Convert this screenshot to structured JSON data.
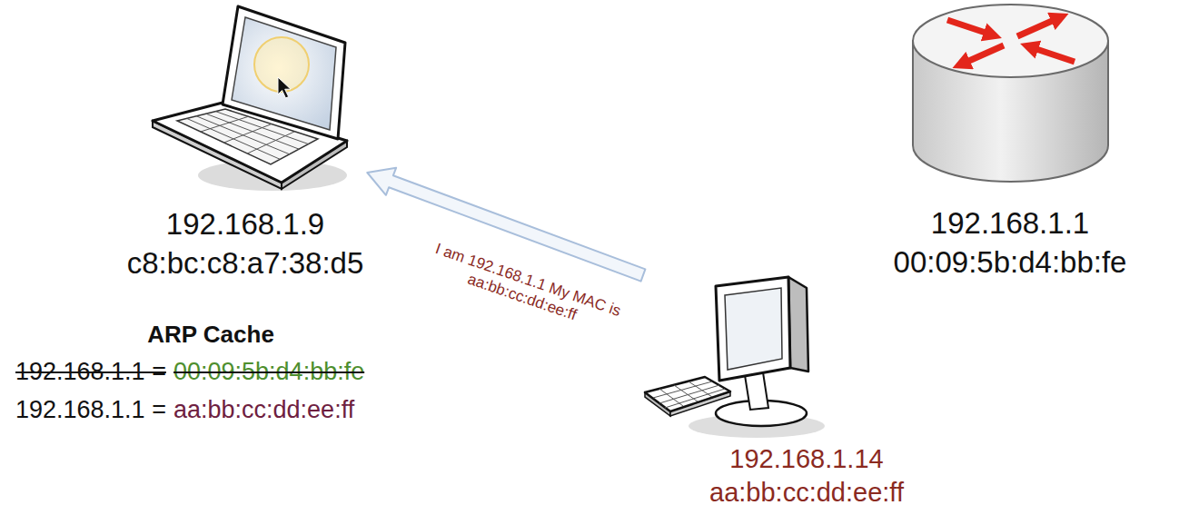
{
  "diagram": {
    "nodes": [
      {
        "text": [
          "192.168.1.9",
          "c8:bc:c8:a7:38:d5"
        ]
      },
      {
        "text": [
          "192.168.1.1",
          "00:09:5b:d4:bb:fe"
        ]
      },
      {
        "text": [
          "192.168.1.14",
          "aa:bb:cc:dd:ee:ff"
        ]
      }
    ],
    "edges": [
      {
        "from": 2,
        "to": 0,
        "arrow": "to",
        "label": "I am 192.168.1.1 My MAC is aa:bb:cc:dd:ee:ff"
      }
    ],
    "labels": [
      "ARP Cache",
      "192.168.1.1 =",
      "00:09:5b:d4:bb:fe",
      "192.168.1.1 =",
      "aa:bb:cc:dd:ee:ff"
    ]
  }
}
